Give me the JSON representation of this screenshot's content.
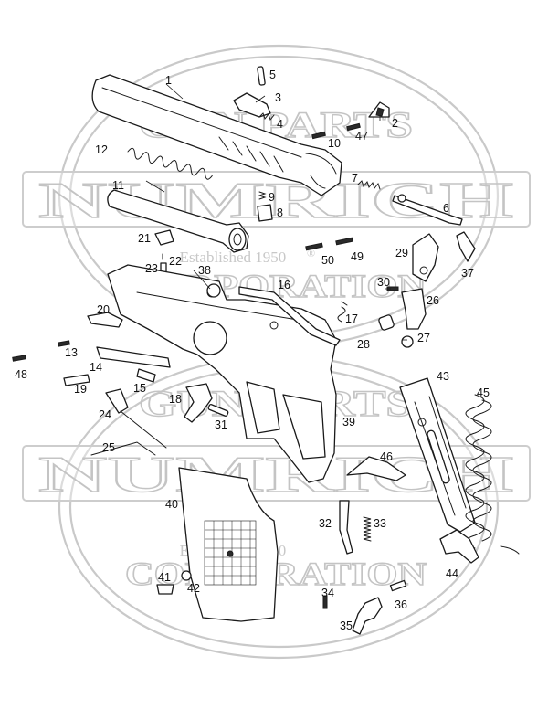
{
  "watermark": {
    "name": "NUMRICH",
    "top_text": "GUN PARTS",
    "bottom_text": "CORPORATION",
    "established": "Established 1950",
    "registered": "®"
  },
  "part_labels": {
    "p1": "1",
    "p2": "2",
    "p3": "3",
    "p4": "4",
    "p5": "5",
    "p6": "6",
    "p7": "7",
    "p8": "8",
    "p9": "9",
    "p10": "10",
    "p11": "11",
    "p12": "12",
    "p13": "13",
    "p14": "14",
    "p15": "15",
    "p16": "16",
    "p17": "17",
    "p18": "18",
    "p19": "19",
    "p20": "20",
    "p21": "21",
    "p22": "22",
    "p23": "23",
    "p24": "24",
    "p25": "25",
    "p26": "26",
    "p27": "27",
    "p28": "28",
    "p29": "29",
    "p30": "30",
    "p31": "31",
    "p32": "32",
    "p33": "33",
    "p34": "34",
    "p35": "35",
    "p36": "36",
    "p37": "37",
    "p38": "38",
    "p39": "39",
    "p40": "40",
    "p41": "41",
    "p42": "42",
    "p43": "43",
    "p44": "44",
    "p45": "45",
    "p46": "46",
    "p47": "47",
    "p48": "48",
    "p49": "49",
    "p50": "50"
  }
}
